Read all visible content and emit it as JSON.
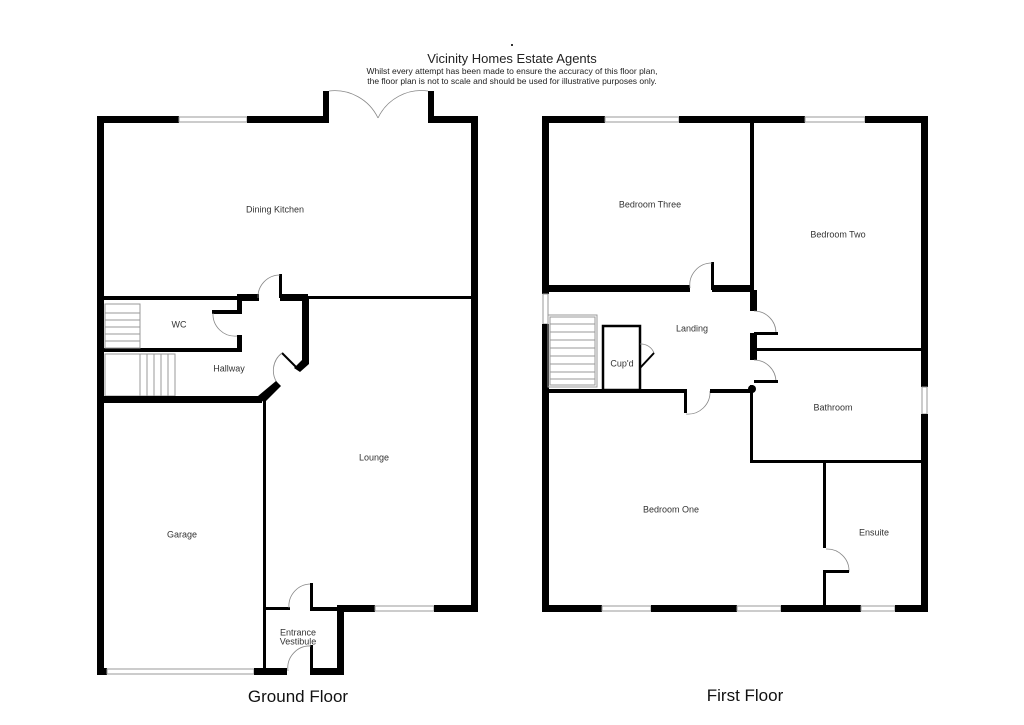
{
  "header": {
    "title": "Vicinity Homes Estate Agents",
    "disclaimer_line1": "Whilst every attempt has been made to ensure the accuracy of this floor plan,",
    "disclaimer_line2": "the floor plan is not to scale and should be used for illustrative purposes only."
  },
  "ground_floor": {
    "label": "Ground Floor",
    "rooms": {
      "dining_kitchen": "Dining Kitchen",
      "wc": "WC",
      "hallway": "Hallway",
      "lounge": "Lounge",
      "garage": "Garage",
      "entrance_line1": "Entrance",
      "entrance_line2": "Vestibule"
    }
  },
  "first_floor": {
    "label": "First Floor",
    "rooms": {
      "bedroom_three": "Bedroom Three",
      "bedroom_two": "Bedroom Two",
      "landing": "Landing",
      "cupboard": "Cup'd",
      "bathroom": "Bathroom",
      "bedroom_one": "Bedroom One",
      "ensuite": "Ensuite"
    }
  }
}
